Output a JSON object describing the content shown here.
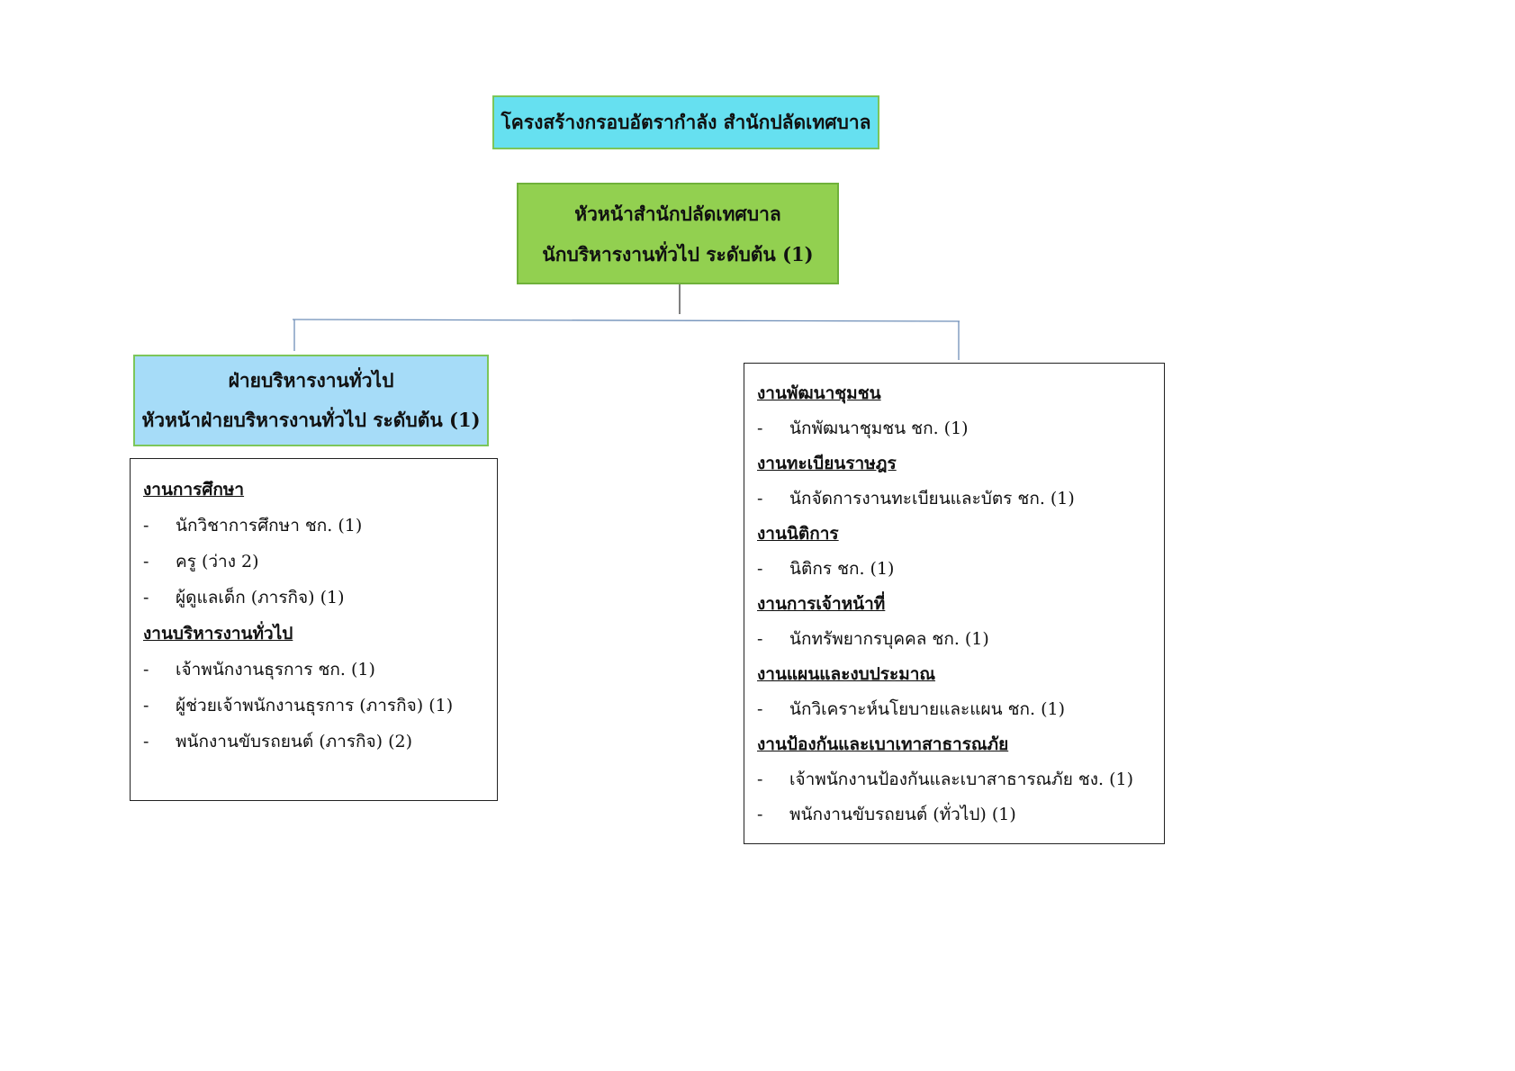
{
  "title": "โครงสร้างกรอบอัตรากำลัง สำนักปลัดเทศบาล",
  "head": {
    "line1": "หัวหน้าสำนักปลัดเทศบาล",
    "line2": "นักบริหารงานทั่วไป ระดับต้น (1)"
  },
  "division": {
    "line1": "ฝ่ายบริหารงานทั่วไป",
    "line2": "หัวหน้าฝ่ายบริหารงานทั่วไป ระดับต้น (1)"
  },
  "left_sections": [
    {
      "title": "งานการศึกษา",
      "items": [
        "นักวิชาการศึกษา ชก. (1)",
        "ครู (ว่าง 2)",
        "ผู้ดูแลเด็ก (ภารกิจ) (1)"
      ]
    },
    {
      "title": "งานบริหารงานทั่วไป",
      "items": [
        "เจ้าพนักงานธุรการ ชก. (1)",
        "ผู้ช่วยเจ้าพนักงานธุรการ (ภารกิจ) (1)",
        "พนักงานขับรถยนต์ (ภารกิจ) (2)"
      ]
    }
  ],
  "right_sections": [
    {
      "title": "งานพัฒนาชุมชน",
      "items": [
        "นักพัฒนาชุมชน ชก. (1)"
      ]
    },
    {
      "title": "งานทะเบียนราษฎร",
      "items": [
        "นักจัดการงานทะเบียนและบัตร ชก. (1)"
      ]
    },
    {
      "title": "งานนิติการ",
      "items": [
        "นิติกร ชก. (1)"
      ]
    },
    {
      "title": "งานการเจ้าหน้าที่",
      "items": [
        "นักทรัพยากรบุคคล ชก. (1)"
      ]
    },
    {
      "title": "งานแผนและงบประมาณ",
      "items": [
        "นักวิเคราะห์นโยบายและแผน ชก. (1)"
      ]
    },
    {
      "title": "งานป้องกันและเบาเทาสาธารณภัย",
      "items": [
        "เจ้าพนักงานป้องกันและเบาสาธารณภัย ชง. (1)",
        "พนักงานขับรถยนต์ (ทั่วไป) (1)"
      ]
    }
  ],
  "bullet": "-",
  "colors": {
    "title_fill": "#66e0f0",
    "head_fill": "#92d050",
    "division_fill": "#a6dcf8",
    "box_border": "#7cc65a",
    "connector": "#6f8fb8"
  }
}
